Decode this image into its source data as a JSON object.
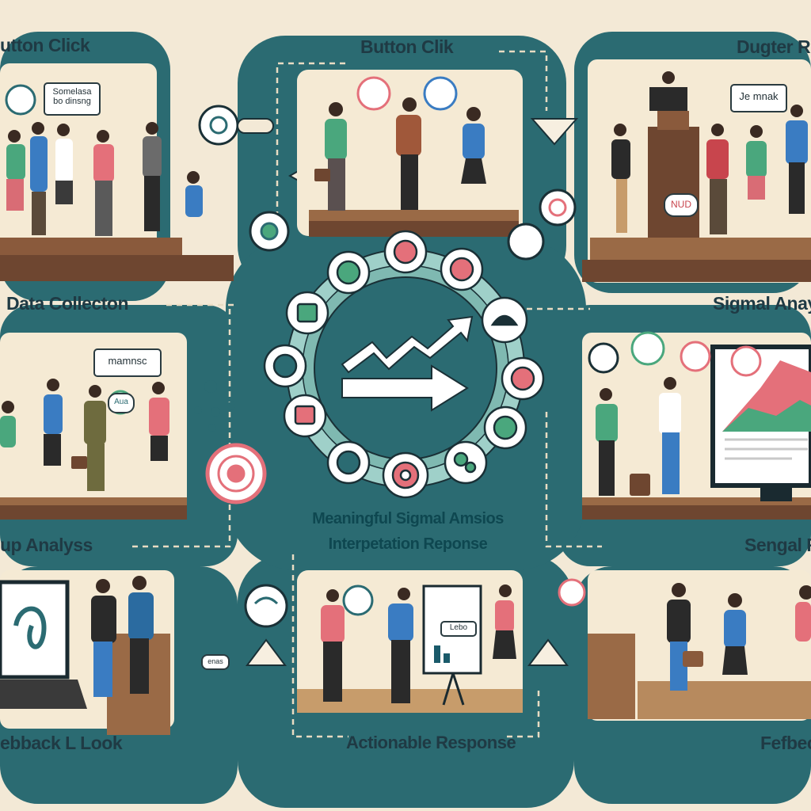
{
  "panels": {
    "top_left": {
      "label": "utton Click",
      "bubble": "Somelasa\nbo dinsng"
    },
    "top_center": {
      "label": "Button Clik"
    },
    "top_right": {
      "label": "Dugter R",
      "bubble": "Je mnak",
      "sign": "NUD"
    },
    "mid_left": {
      "label": "Data Collecton",
      "bubble": "mamnsc",
      "badge": "Aua",
      "bottom_label": "up Analyss"
    },
    "mid_right": {
      "label": "Sigmal Anaya",
      "bottom_label": "Sengal R"
    },
    "bottom_left": {
      "label": "ebback L Look",
      "note": "enas"
    },
    "bottom_center": {
      "label": "Actionable Response",
      "board_tag": "Lebo"
    },
    "bottom_right": {
      "label": "Fefbec"
    }
  },
  "center": {
    "line1": "Meaningful Sigmal Amsios",
    "line2": "Interpetation Reponse",
    "ring_icon_count": 12
  },
  "colors": {
    "teal": "#2b6b72",
    "teal_dark": "#1d5560",
    "cream": "#f3e9d6",
    "coral": "#e4707a",
    "green": "#4aa77d",
    "brown": "#8a5a3c"
  }
}
